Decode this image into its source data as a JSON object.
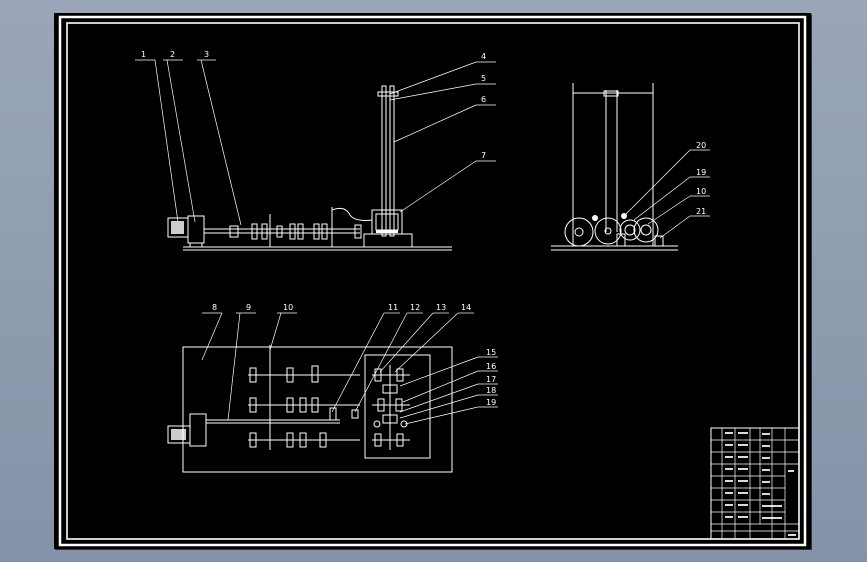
{
  "drawing": {
    "background_color": "#000000",
    "line_color": "#ffffff",
    "window_color": "#8a96aa"
  },
  "balloons": {
    "front_view": [
      "1",
      "2",
      "3",
      "4",
      "5",
      "6",
      "7"
    ],
    "side_view": [
      "20",
      "19",
      "10",
      "21"
    ],
    "top_view": [
      "8",
      "9",
      "10",
      "11",
      "12",
      "13",
      "14",
      "15",
      "16",
      "17",
      "18",
      "19"
    ]
  }
}
